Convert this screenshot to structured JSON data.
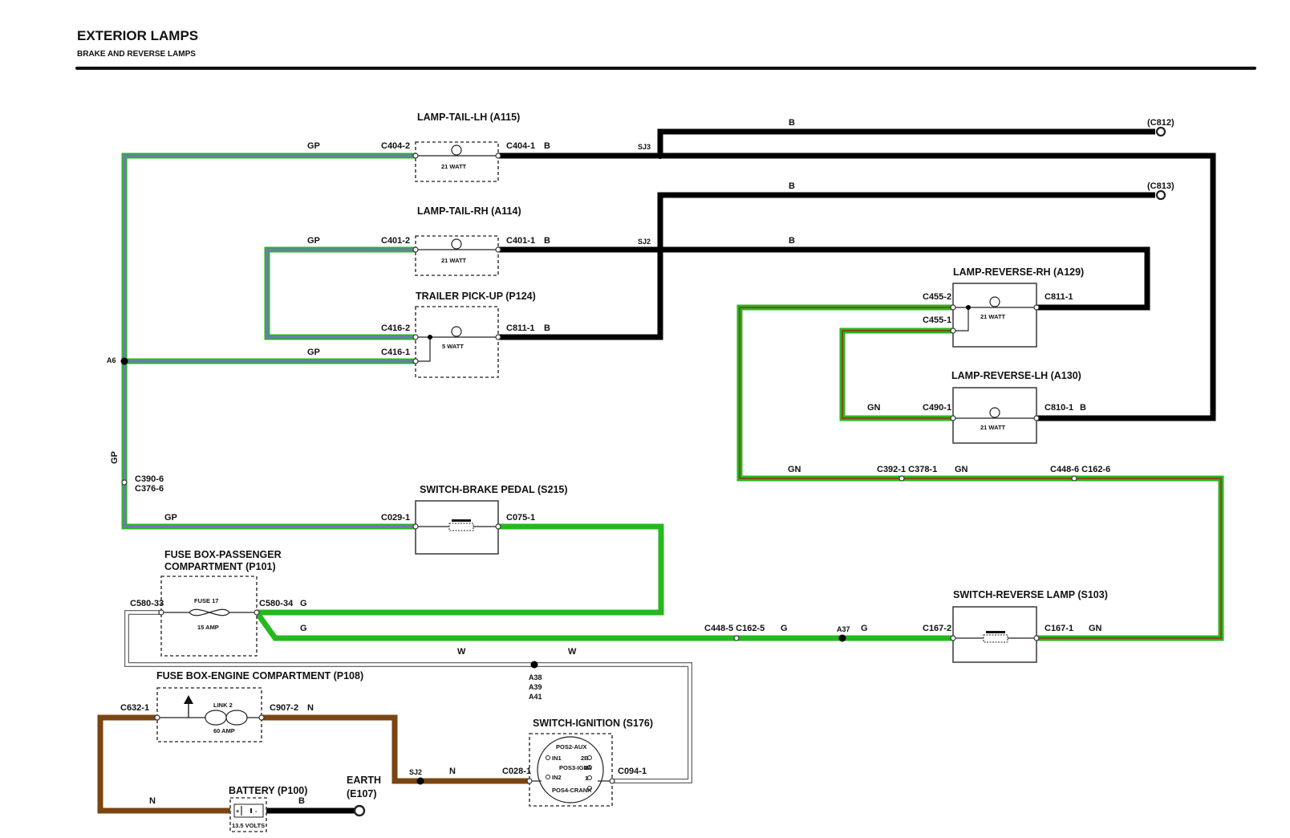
{
  "header": {
    "title": "EXTERIOR LAMPS",
    "subtitle": "BRAKE AND REVERSE LAMPS"
  },
  "colors": {
    "wire_gp_outer": "#26b81f",
    "wire_gp_inner": "#7b6fc9",
    "wire_b": "#000000",
    "wire_g": "#26b81f",
    "wire_gn_outer": "#26b81f",
    "wire_gn_inner": "#8a4a1a",
    "wire_n": "#7a4510",
    "wire_w": "#666666"
  },
  "components": {
    "lamp_tail_lh": {
      "name": "LAMP-TAIL-LH (A115)",
      "rating": "21 WATT"
    },
    "lamp_tail_rh": {
      "name": "LAMP-TAIL-RH (A114)",
      "rating": "21 WATT"
    },
    "trailer": {
      "name": "TRAILER PICK-UP (P124)",
      "rating": "5 WATT"
    },
    "reverse_rh": {
      "name": "LAMP-REVERSE-RH (A129)",
      "rating": "21 WATT"
    },
    "reverse_lh": {
      "name": "LAMP-REVERSE-LH (A130)",
      "rating": "21 WATT"
    },
    "brake_switch": {
      "name": "SWITCH-BRAKE PEDAL (S215)"
    },
    "fuse_pass": {
      "name_line1": "FUSE BOX-PASSENGER",
      "name_line2": "COMPARTMENT (P101)",
      "fuse": "FUSE 17",
      "rating": "15 AMP"
    },
    "reverse_switch": {
      "name": "SWITCH-REVERSE LAMP (S103)"
    },
    "fuse_engine": {
      "name": "FUSE BOX-ENGINE COMPARTMENT (P108)",
      "link": "LINK 2",
      "rating": "60 AMP"
    },
    "ignition": {
      "name": "SWITCH-IGNITION (S176)",
      "pos2": "POS2-AUX",
      "in1": "IN1",
      "p2b": "2B",
      "pos3": "POS3-IGN",
      "p2a": "2A",
      "in2": "IN2",
      "p1": "1",
      "pos4": "POS4-CRANK"
    },
    "battery": {
      "name": "BATTERY (P100)",
      "rating": "13.5 VOLTS",
      "plus": "+",
      "minus": "-"
    },
    "earth": {
      "line1": "EARTH",
      "line2": "(E107)"
    }
  },
  "connectors": {
    "c404_2": "C404-2",
    "c404_1": "C404-1",
    "c401_2": "C401-2",
    "c401_1": "C401-1",
    "c416_2": "C416-2",
    "c416_1": "C416-1",
    "c811_1": "C811-1",
    "c812": "(C812)",
    "c813": "(C813)",
    "c455_2": "C455-2",
    "c455_1": "C455-1",
    "c811_1b": "C811-1",
    "c490_1": "C490-1",
    "c810_1": "C810-1",
    "c390": "C390-6",
    "c376": "C376-6",
    "c029_1": "C029-1",
    "c075_1": "C075-1",
    "c580_33": "C580-33",
    "c580_34": "C580-34",
    "c392": "C392-1 C378-1",
    "c448_6": "C448-6 C162-6",
    "c448_5": "C448-5 C162-5",
    "c167_2": "C167-2",
    "c167_1": "C167-1",
    "c632_1": "C632-1",
    "c907_2": "C907-2",
    "c028_1": "C028-1",
    "c094_1": "C094-1"
  },
  "splices": {
    "sj3": "SJ3",
    "sj2": "SJ2",
    "a6": "A6",
    "a37": "A37",
    "sj2b": "SJ2",
    "a38": "A38",
    "a39": "A39",
    "a41": "A41"
  },
  "wire_codes": {
    "gp": "GP",
    "b": "B",
    "g": "G",
    "gn": "GN",
    "n": "N",
    "w": "W"
  }
}
